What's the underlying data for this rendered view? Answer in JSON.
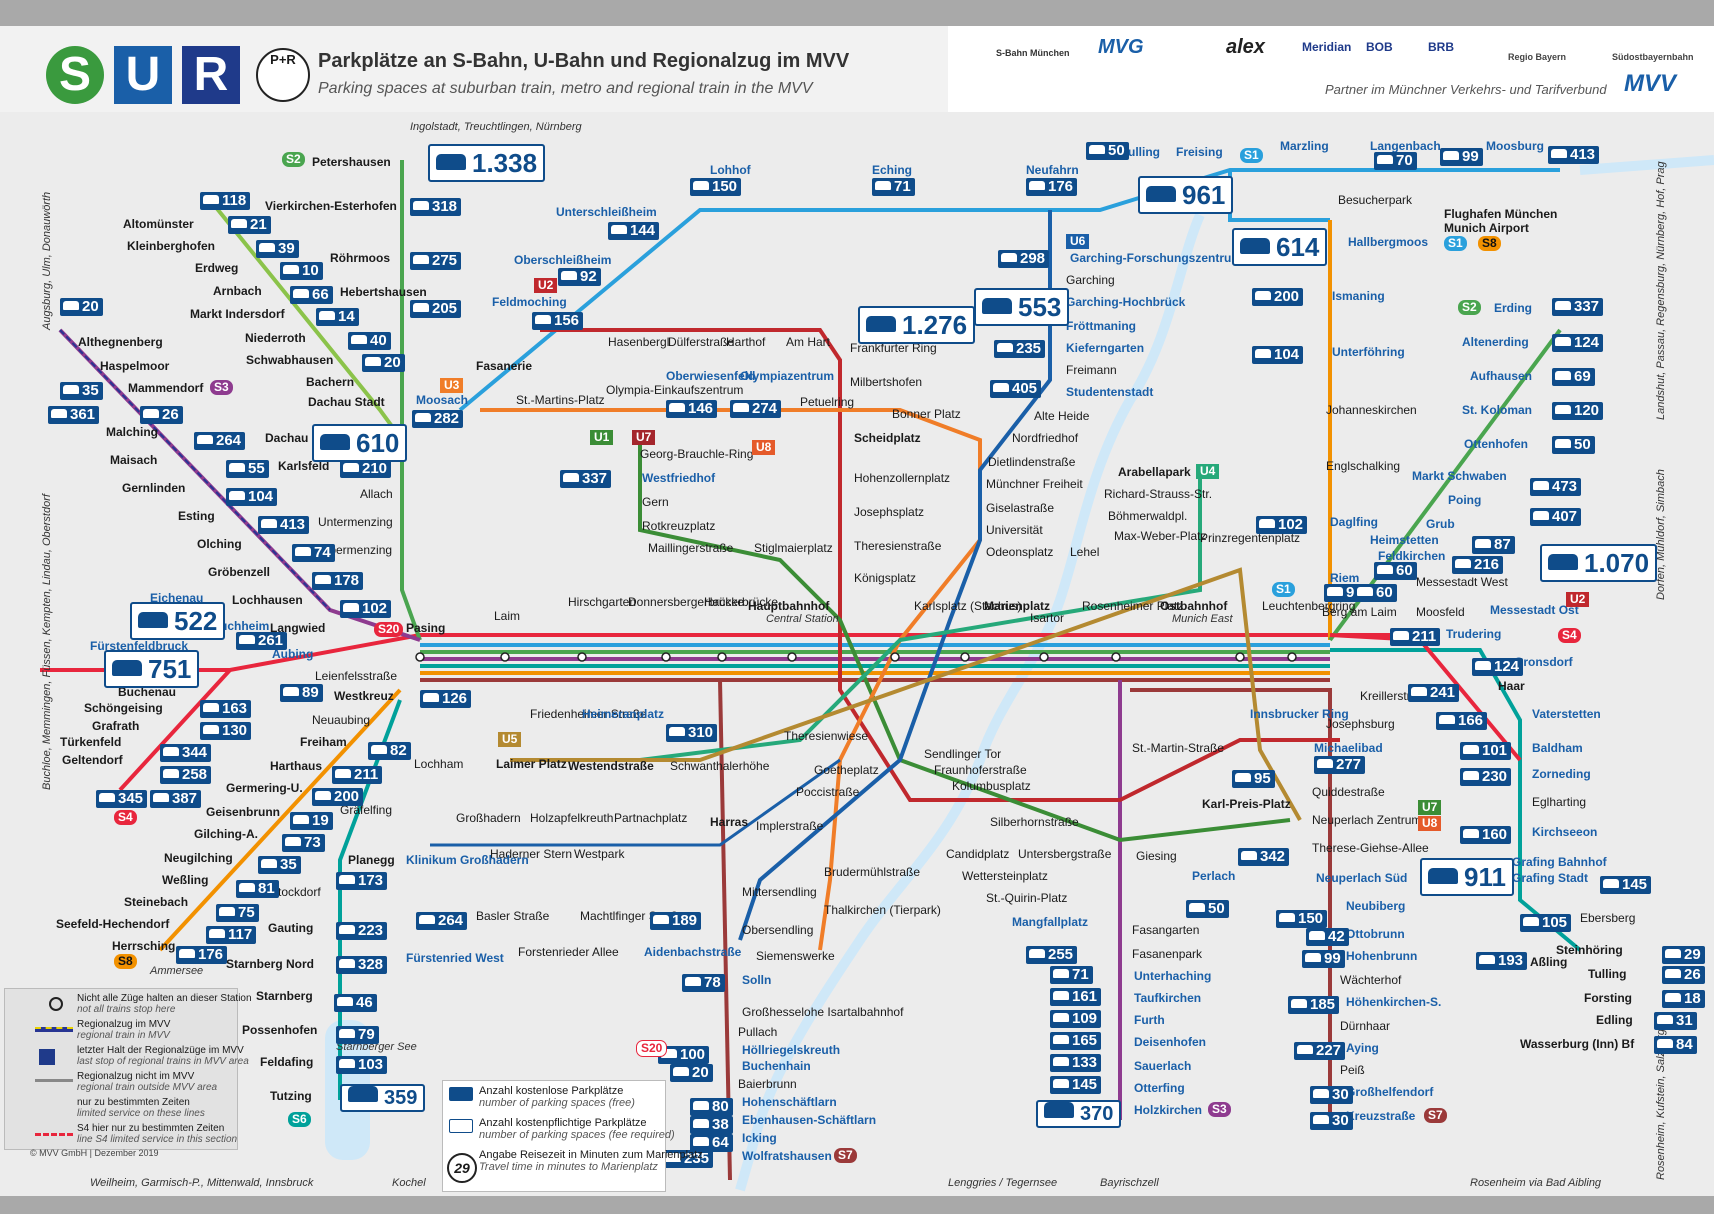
{
  "header": {
    "logo_s": "S",
    "logo_u": "U",
    "logo_r": "R",
    "logo_pr": "P+R",
    "title_de": "Parkplätze an S-Bahn, U-Bahn und Regionalzug im MVV",
    "title_en": "Parking spaces at suburban train, metro and regional train in the MVV",
    "partners": [
      "S-Bahn München",
      "MVG",
      "alex",
      "Meridian",
      "BOB",
      "BRB",
      "Regio Bayern",
      "Südostbayernbahn"
    ],
    "partner_text": "Partner im Münchner Verkehrs- und Tarifverbund",
    "mvv_logo": "MVV"
  },
  "colors": {
    "s_green": "#3a9a3e",
    "u_blue": "#1a5fa8",
    "r_navy": "#1f3a8a",
    "parking_blue": "#0f4c8a",
    "background": "#ececec"
  },
  "directions": {
    "north": "Ingolstadt, Treuchtlingen, Nürnberg",
    "northwest": "Augsburg, Ulm, Donauwörth",
    "west": "Buchloe, Memmingen, Füssen, Kempten, Lindau, Oberstdorf",
    "south_west": "Weilheim, Garmisch-P., Mittenwald, Innsbruck",
    "kochel": "Kochel",
    "lenggries": "Lenggries / Tegernsee",
    "bayrischzell": "Bayrischzell",
    "rosenheim_aibling": "Rosenheim via Bad Aibling",
    "east_top": "Landshut, Passau, Regensburg, Nürnberg, Hof, Prag",
    "east_mid": "Dorfen, Mühldorf, Simbach",
    "east_bottom": "Rosenheim, Kufstein, Salzburg"
  },
  "big_parking": [
    {
      "value": "1.338"
    },
    {
      "value": "1.276"
    },
    {
      "value": "961"
    },
    {
      "value": "614"
    },
    {
      "value": "553"
    },
    {
      "value": "610"
    },
    {
      "value": "522"
    },
    {
      "value": "751"
    },
    {
      "value": "911"
    },
    {
      "value": "1.070"
    },
    {
      "value": "359"
    },
    {
      "value": "370"
    }
  ],
  "parking": [
    "118",
    "21",
    "39",
    "10",
    "66",
    "14",
    "40",
    "20",
    "20",
    "35",
    "26",
    "361",
    "264",
    "55",
    "104",
    "413",
    "74",
    "178",
    "102",
    "261",
    "89",
    "163",
    "130",
    "344",
    "258",
    "345",
    "387",
    "126",
    "82",
    "211",
    "200",
    "19",
    "73",
    "35",
    "81",
    "75",
    "117",
    "176",
    "173",
    "223",
    "328",
    "46",
    "79",
    "103",
    "282",
    "318",
    "275",
    "205",
    "210",
    "144",
    "92",
    "156",
    "150",
    "71",
    "176",
    "50",
    "146",
    "274",
    "337",
    "298",
    "235",
    "405",
    "310",
    "264",
    "189",
    "78",
    "100",
    "20",
    "80",
    "38",
    "64",
    "235",
    "71",
    "161",
    "109",
    "165",
    "133",
    "145",
    "342",
    "50",
    "150",
    "42",
    "99",
    "185",
    "227",
    "30",
    "30",
    "277",
    "95",
    "200",
    "104",
    "102",
    "96",
    "60",
    "60",
    "211",
    "124",
    "241",
    "166",
    "101",
    "230",
    "160",
    "145",
    "105",
    "29",
    "26",
    "18",
    "31",
    "84",
    "193",
    "70",
    "99",
    "413",
    "337",
    "124",
    "69",
    "120",
    "50",
    "473",
    "407",
    "87",
    "216",
    "255"
  ],
  "stations_west": [
    "Petershausen",
    "Vierkirchen-Esterhofen",
    "Röhrmoos",
    "Hebertshausen",
    "Dachau Stadt",
    "Dachau",
    "Karlsfeld",
    "Allach",
    "Untermenzing",
    "Obermenzing",
    "Altomünster",
    "Kleinberghofen",
    "Erdweg",
    "Arnbach",
    "Markt Indersdorf",
    "Niederroth",
    "Schwabhausen",
    "Bachern",
    "Althegnenberg",
    "Haspelmoor",
    "Mammendorf",
    "Malching",
    "Maisach",
    "Gernlinden",
    "Esting",
    "Olching",
    "Gröbenzell",
    "Lochhausen",
    "Langwied",
    "Pasing",
    "Eichenau",
    "Puchheim",
    "Fürstenfeldbruck",
    "Aubing",
    "Leienfelsstraße",
    "Buchenau",
    "Schöngeising",
    "Grafrath",
    "Türkenfeld",
    "Geltendorf",
    "Westkreuz",
    "Neuaubing",
    "Freiham",
    "Harthaus",
    "Germering-U.",
    "Geisenbrunn",
    "Gilching-A.",
    "Neugilching",
    "Weßling",
    "Steinebach",
    "Seefeld-Hechendorf",
    "Herrsching",
    "Ammersee",
    "Lochham",
    "Gräfelfing",
    "Planegg",
    "Stockdorf",
    "Gauting",
    "Starnberg Nord",
    "Starnberg",
    "Possenhofen",
    "Feldafing",
    "Tutzing",
    "Starnberger See"
  ],
  "stations_center": [
    "Laim",
    "Hirschgarten",
    "Donnersbergerbrücke",
    "Hackerbrücke",
    "Hauptbahnhof",
    "Central Station",
    "Karlsplatz (Stachus)",
    "Marienplatz",
    "Isartor",
    "Rosenheimer Platz",
    "Ostbahnhof",
    "Munich East",
    "Leuchtenbergring",
    "Berg am Laim",
    "Moosach",
    "St.-Martins-Platz",
    "Olympia-Einkaufszentrum",
    "Oberwiesenfeld",
    "Olympiazentrum",
    "Petuelring",
    "Bonner Platz",
    "Scheidplatz",
    "Georg-Brauchle-Ring",
    "Westfriedhof",
    "Gern",
    "Rotkreuzplatz",
    "Maillingerstraße",
    "Stiglmaierplatz",
    "Hohenzollernplatz",
    "Josephsplatz",
    "Theresienstraße",
    "Königsplatz",
    "Frankfurter Ring",
    "Milbertshofen",
    "Hasenbergl",
    "Dülferstraße",
    "Harthof",
    "Am Hart",
    "Fasanerie",
    "Feldmoching",
    "Oberschleißheim",
    "Unterschleißheim",
    "Lohhof",
    "Eching",
    "Neufahrn",
    "Pulling",
    "Freising",
    "Marzling",
    "Langenbach",
    "Moosburg",
    "Besucherpark",
    "Flughafen München",
    "Munich Airport",
    "Hallbergmoos",
    "Garching-Forschungszentrum",
    "Garching",
    "Garching-Hochbrück",
    "Fröttmaning",
    "Kieferngarten",
    "Freimann",
    "Studentenstadt",
    "Alte Heide",
    "Nordfriedhof",
    "Dietlindenstraße",
    "Münchner Freiheit",
    "Giselastraße",
    "Universität",
    "Odeonsplatz",
    "Lehel",
    "Max-Weber-Platz",
    "Arabellapark",
    "Richard-Strauss-Str.",
    "Böhmerwaldpl.",
    "Prinzregentenplatz"
  ],
  "stations_east": [
    "Ismaning",
    "Unterföhring",
    "Johanneskirchen",
    "Englschalking",
    "Daglfing",
    "Riem",
    "Messestadt West",
    "Messestadt Ost",
    "Moosfeld",
    "Trudering",
    "Gronsdorf",
    "Haar",
    "Vaterstetten",
    "Baldham",
    "Zorneding",
    "Eglharting",
    "Kirchseeon",
    "Grafing Bahnhof",
    "Grafing Stadt",
    "Ebersberg",
    "Kreillerstraße",
    "Josephsburg",
    "Innsbrucker Ring",
    "Michaelibad",
    "Quiddestraße",
    "Neuperlach Zentrum",
    "Therese-Giehse-Allee",
    "Neuperlach Süd",
    "Karl-Preis-Platz",
    "Erding",
    "Altenerding",
    "Aufhausen",
    "St. Koloman",
    "Ottenhofen",
    "Markt Schwaben",
    "Poing",
    "Grub",
    "Heimstetten",
    "Feldkirchen",
    "Steinhöring",
    "Tulling",
    "Forsting",
    "Edling",
    "Wasserburg (Inn) Bf",
    "Aßling"
  ],
  "stations_south": [
    "Friedenheimer Straße",
    "Heimeranplatz",
    "Schwanthalerhöhe",
    "Theresienwiese",
    "Laimer Platz",
    "Westendstraße",
    "Goetheplatz",
    "Poccistraße",
    "Sendlinger Tor",
    "Fraunhoferstraße",
    "Kolumbusplatz",
    "Silberhornstraße",
    "Untersbergstraße",
    "Giesing",
    "Candidplatz",
    "Wettersteinplatz",
    "St.-Quirin-Platz",
    "Mangfallplatz",
    "Großhadern",
    "Holzapfelkreuth",
    "Partnachplatz",
    "Haderner Stern",
    "Westpark",
    "Harras",
    "Implerstraße",
    "Klinikum Großhadern",
    "Brudermühlstraße",
    "Thalkirchen (Tierpark)",
    "Mittersendling",
    "Obersendling",
    "Siemenswerke",
    "Basler Straße",
    "Machtlfinger Straße",
    "Fürstenried West",
    "Forstenrieder Allee",
    "Aidenbachstraße",
    "Solln",
    "Großhesselohe Isartalbahnhof",
    "Pullach",
    "Höllriegelskreuth",
    "Buchenhain",
    "Baierbrunn",
    "Hohenschäftlarn",
    "Ebenhausen-Schäftlarn",
    "Icking",
    "Wolfratshausen",
    "St.-Martin-Straße",
    "Fasangarten",
    "Fasanenpark",
    "Unterhaching",
    "Taufkirchen",
    "Furth",
    "Deisenhofen",
    "Sauerlach",
    "Otterfing",
    "Holzkirchen",
    "Perlach",
    "Neubiberg",
    "Ottobrunn",
    "Hohenbrunn",
    "Wächterhof",
    "Höhenkirchen-S.",
    "Dürnhaar",
    "Aying",
    "Peiß",
    "Großhelfendorf",
    "Kreuzstraße"
  ],
  "line_badges": [
    "S1",
    "S2",
    "S3",
    "S4",
    "S6",
    "S7",
    "S8",
    "S20",
    "U1",
    "U2",
    "U3",
    "U4",
    "U5",
    "U6",
    "U7",
    "U8"
  ],
  "legend": {
    "items": [
      {
        "de": "Nicht alle Züge halten an dieser Station",
        "en": "not all trains stop here"
      },
      {
        "de": "Regionalzug im MVV",
        "en": "regional train in MVV"
      },
      {
        "de": "letzter Halt der Regionalzüge im MVV",
        "en": "last stop of regional trains in MVV area"
      },
      {
        "de": "Regionalzug nicht im MVV",
        "en": "regional train outside MVV area"
      },
      {
        "de": "nur zu bestimmten Zeiten",
        "en": "limited service on these lines"
      },
      {
        "de": "S4 hier nur zu bestimmten Zeiten",
        "en": "line S4 limited service in this section"
      }
    ],
    "copyright": "© MVV GmbH | Dezember 2019"
  },
  "legend_parking": {
    "free_de": "Anzahl kostenlose Parkplätze",
    "free_en": "number of parking spaces (free)",
    "paid_de": "Anzahl kostenpflichtige Parkplätze",
    "paid_en": "number of parking spaces (fee required)",
    "time_de": "Angabe Reisezeit in Minuten zum Marienplatz",
    "time_en": "Travel time in minutes to Marienplatz",
    "time_example": "29"
  }
}
